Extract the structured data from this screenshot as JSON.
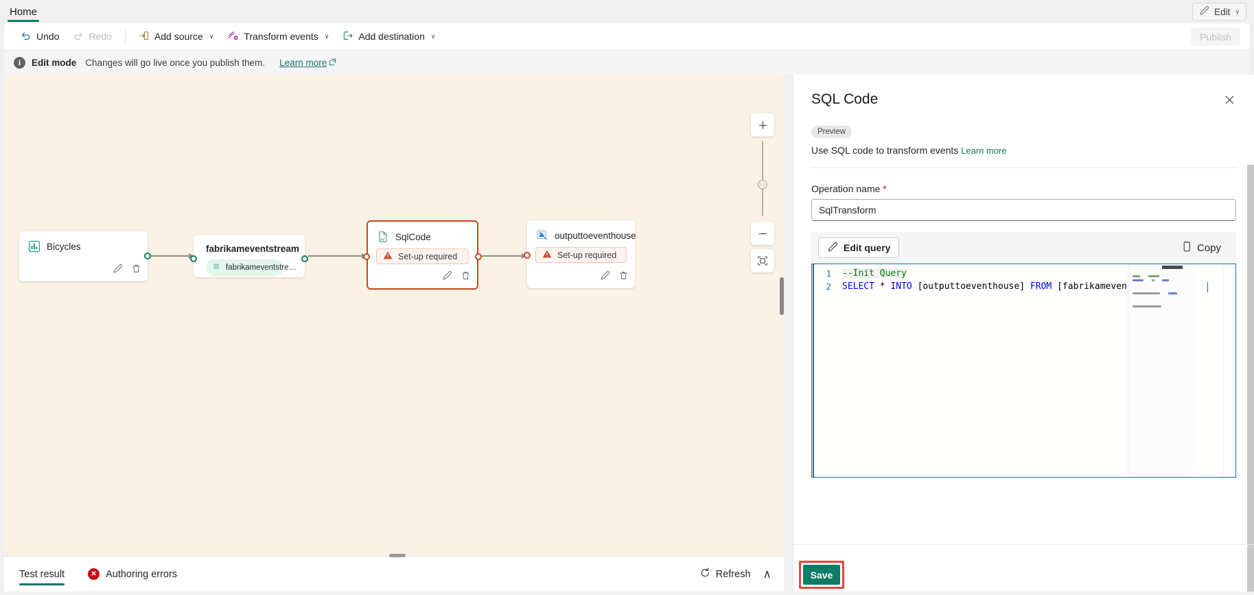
{
  "ribbon": {
    "tabs": [
      {
        "label": "Home",
        "active": true
      }
    ],
    "edit_button": {
      "label": "Edit",
      "icon": "pencil-icon",
      "chevron": "∨"
    }
  },
  "toolbar": {
    "undo": "Undo",
    "redo": "Redo",
    "add_source": "Add source",
    "transform_events": "Transform events",
    "add_destination": "Add destination",
    "publish": "Publish",
    "chevron": "∨"
  },
  "notification": {
    "title": "Edit mode",
    "message": "Changes will go live once you publish them.",
    "link": "Learn more"
  },
  "canvas": {
    "nodes": [
      {
        "id": "bicycles",
        "name": "Bicycles",
        "icon": "chart-source-icon",
        "status": null
      },
      {
        "id": "fabrikameventstream",
        "name": "fabrikameventstream",
        "icon": "eventstream-icon",
        "pill": "fabrikameventstre…"
      },
      {
        "id": "sqlcode",
        "name": "SqlCode",
        "icon": "sql-file-icon",
        "status": "Set-up required",
        "selected": true
      },
      {
        "id": "outputtoeventhouse",
        "name": "outputtoeventhouse",
        "icon": "eventhouse-icon",
        "status": "Set-up required"
      }
    ],
    "zoom_controls": {
      "zoom_in": "+",
      "zoom_out": "−",
      "fit": "fit-to-screen-icon"
    }
  },
  "bottom_bar": {
    "tabs": [
      {
        "label": "Test result",
        "active": true
      },
      {
        "label": "Authoring errors",
        "active": false,
        "error": true
      }
    ],
    "refresh": "Refresh",
    "collapse": "∧"
  },
  "panel": {
    "title": "SQL Code",
    "close": "✕",
    "badge": "Preview",
    "description": "Use SQL code to transform events",
    "description_link": "Learn more",
    "operation_name_label": "Operation name",
    "required_mark": "*",
    "operation_name_value": "SqlTransform",
    "edit_query_button": "Edit query",
    "copy_button": "Copy",
    "code": {
      "lines": [
        {
          "num": "1",
          "comment": "--Init Query"
        },
        {
          "num": "2",
          "kw1": "SELECT",
          "star": " * ",
          "kw2": "INTO",
          "target": " [outputtoeventhouse] ",
          "kw3": "FROM",
          "source": " [fabrikameventstr"
        }
      ]
    },
    "save_button": "Save"
  },
  "colors": {
    "accent_teal": "#117865",
    "save_green": "#107c68",
    "highlight_red": "#e8443a",
    "selected_node": "#c4461e",
    "canvas_bg": "#faf2e4",
    "error_red": "#c50f1f",
    "link_teal": "#117865",
    "editor_focus": "#0f6cbd"
  }
}
